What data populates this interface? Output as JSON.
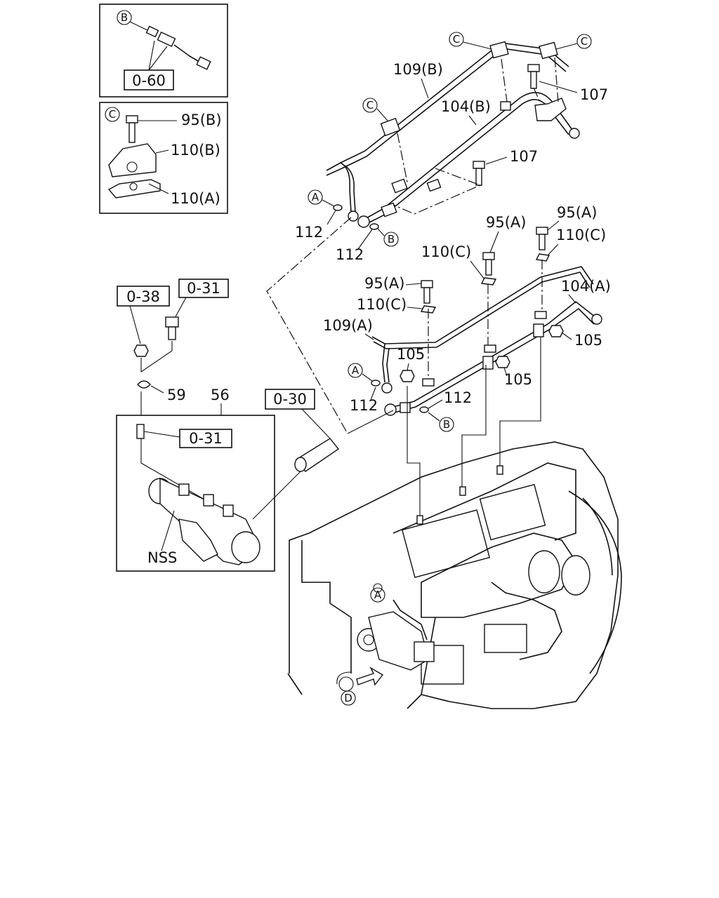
{
  "diagram": {
    "inset_b": {
      "marker": "B",
      "ref": "0-60"
    },
    "inset_c": {
      "marker": "C",
      "labels": [
        "95(B)",
        "110(B)",
        "110(A)"
      ]
    },
    "callouts": {
      "c1": "C",
      "c2": "C",
      "c3": "C",
      "p109b": "109(B)",
      "p104b": "104(B)",
      "p107a": "107",
      "p107b": "107",
      "a1": "A",
      "p112a": "112",
      "p112b": "112",
      "b1": "B",
      "p95a1": "95(A)",
      "p110c1": "110(C)",
      "p95a2": "95(A)",
      "p110c2": "110(C)",
      "p95a3": "95(A)",
      "p110c3": "110(C)",
      "p104a": "104(A)",
      "p109a": "109(A)",
      "p105a": "105",
      "p105b": "105",
      "p105c": "105",
      "a2": "A",
      "p112c": "112",
      "p112d": "112",
      "b2": "B",
      "ref038": "0-38",
      "ref031a": "0-31",
      "p59": "59",
      "p56": "56",
      "ref031b": "0-31",
      "ref030": "0-30",
      "nss": "NSS",
      "a3": "A",
      "d1": "D"
    }
  }
}
